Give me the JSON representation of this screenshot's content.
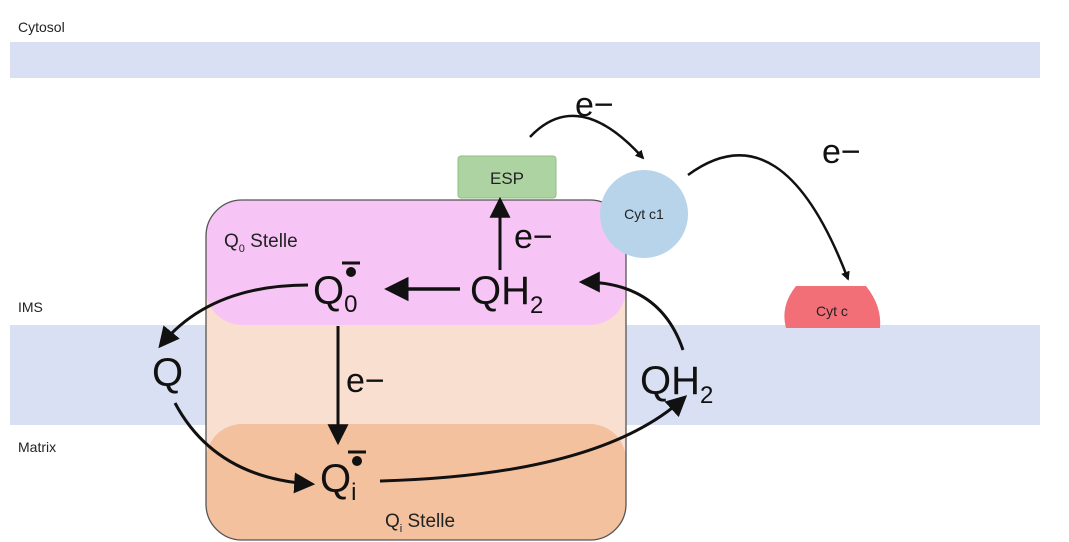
{
  "regions": {
    "cytosol": "Cytosol",
    "ims": "IMS",
    "matrix": "Matrix"
  },
  "sites": {
    "qo": {
      "main": "Q",
      "sub": "0",
      "suffix": " Stelle"
    },
    "qi": {
      "main": "Q",
      "sub": "i",
      "suffix": " Stelle"
    }
  },
  "molecules": {
    "qo_radical": {
      "main": "Q",
      "sub": "0"
    },
    "qi_radical": {
      "main": "Q",
      "sub": "i"
    },
    "qh2_top": {
      "main": "QH",
      "sub": "2"
    },
    "qh2_right": {
      "main": "QH",
      "sub": "2"
    },
    "q_left": "Q"
  },
  "proteins": {
    "esp": "ESP",
    "cyt_c1": "Cyt c1",
    "cyt_c": "Cyt c"
  },
  "electrons": {
    "to_cytc1": "e−",
    "to_cytc": "e−",
    "to_esp": "e−",
    "to_qi": "e−"
  },
  "colors": {
    "membrane": "#d9e0f3",
    "qo_site": "#f7c5f5",
    "complex_body": "#f9dfd0",
    "qi_site": "#f4c19e",
    "esp": "#aed3a2",
    "cyt_c1": "#b7d4ea",
    "cyt_c": "#f26f78",
    "arrow": "#111111"
  }
}
